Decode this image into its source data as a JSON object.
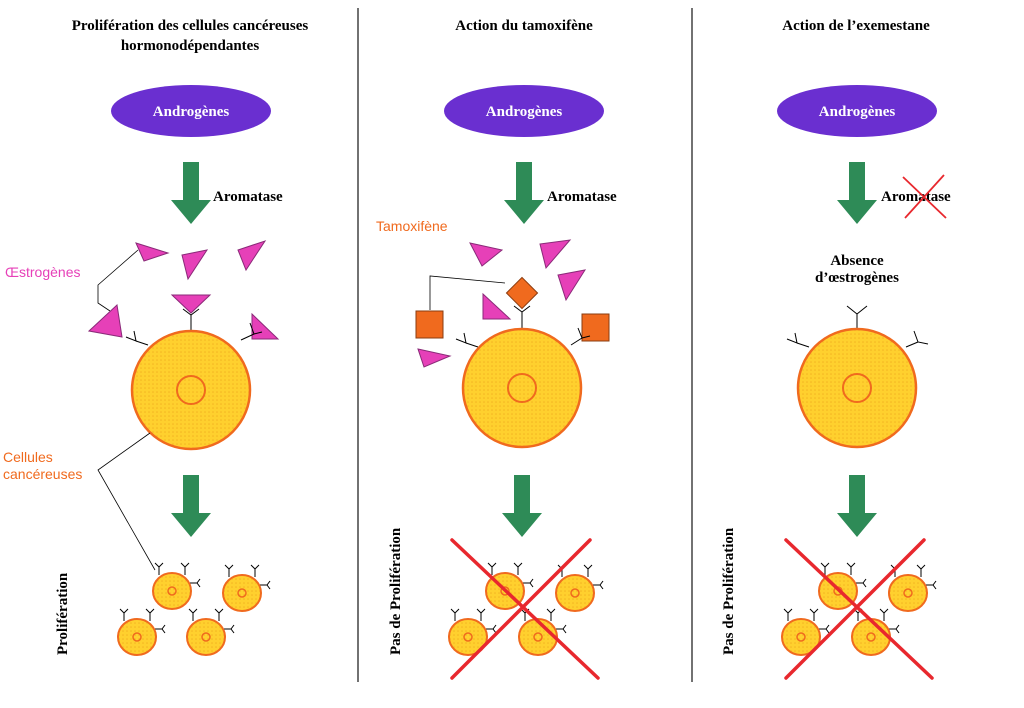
{
  "panels": [
    {
      "title_line1": "Prolifération des cellules cancéreuses",
      "title_line2": "hormonodépendantes",
      "precursor": "Androgènes",
      "enzyme": "Aromatase",
      "hormone_label": "Œstrogènes",
      "cell_label_line1": "Cellules",
      "cell_label_line2": "cancéreuses",
      "outcome": "Prolifération"
    },
    {
      "title": "Action du tamoxifène",
      "precursor": "Androgènes",
      "enzyme": "Aromatase",
      "drug_label": "Tamoxifène",
      "outcome": "Pas de Prolifération"
    },
    {
      "title": "Action de l’exemestane",
      "precursor": "Androgènes",
      "enzyme": "Aromatase",
      "absence_line1": "Absence",
      "absence_line2": "d’œstrogènes",
      "outcome": "Pas de Prolifération"
    }
  ],
  "colors": {
    "oval": "#6a2fd0",
    "arrow": "#2e8b57",
    "estrogen": "#e640b8",
    "tamoxifen": "#f06a1e",
    "cell_fill": "#ffd02e",
    "cell_stroke": "#f06a1e",
    "cross": "#e8282e"
  }
}
